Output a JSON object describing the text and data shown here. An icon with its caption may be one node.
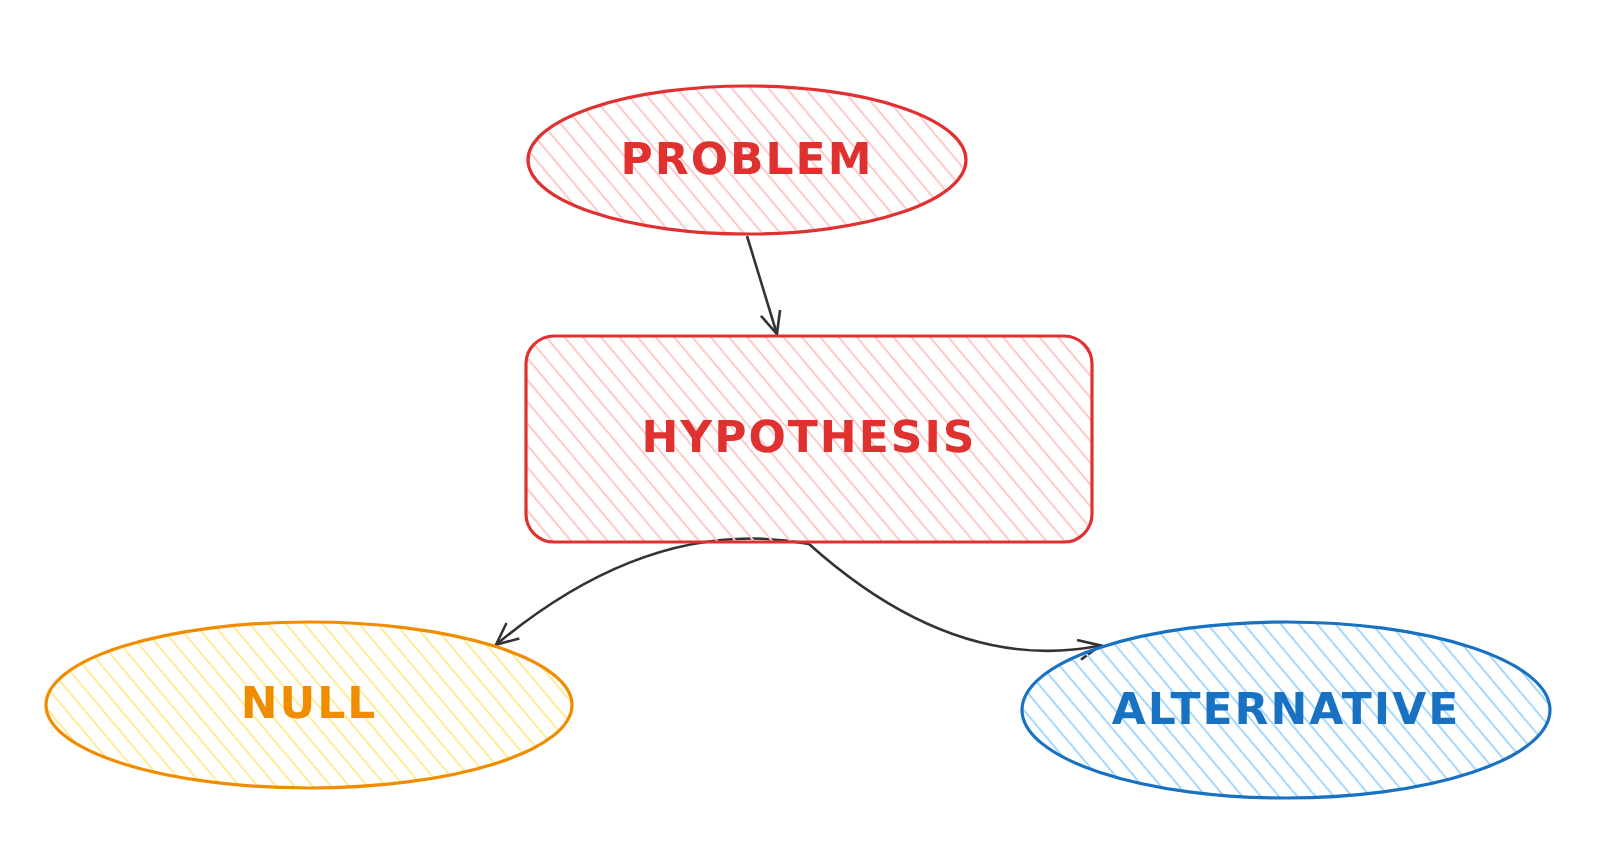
{
  "diagram": {
    "nodes": [
      {
        "text": [
          "PROBLEM"
        ]
      },
      {
        "text": [
          "HYPOTHESIS"
        ]
      },
      {
        "text": [
          "NULL"
        ]
      },
      {
        "text": [
          "ALTERNATIVE"
        ]
      }
    ],
    "edges": [
      {
        "from": 0,
        "to": 1,
        "arrow": "to"
      },
      {
        "from": 1,
        "to": 2,
        "arrow": "to"
      },
      {
        "from": 1,
        "to": 3,
        "arrow": "to"
      }
    ]
  }
}
